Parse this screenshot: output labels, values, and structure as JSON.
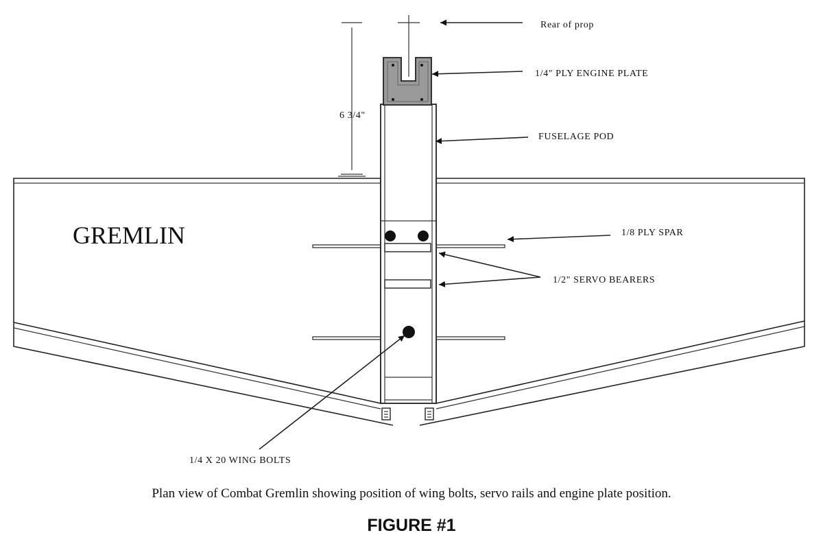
{
  "labels": {
    "rear_of_prop": "Rear of prop",
    "engine_plate": "1/4\" PLY ENGINE PLATE",
    "fuselage_pod": "FUSELAGE POD",
    "dimension": "6 3/4\"",
    "ply_spar": "1/8 PLY SPAR",
    "servo_bearers": "1/2\" SERVO BEARERS",
    "wing_bolts": "1/4 X 20 WING BOLTS",
    "wing_name": "GREMLIN"
  },
  "caption": "Plan view of Combat Gremlin showing position of wing bolts, servo rails and engine plate position.",
  "figure_number": "FIGURE #1"
}
